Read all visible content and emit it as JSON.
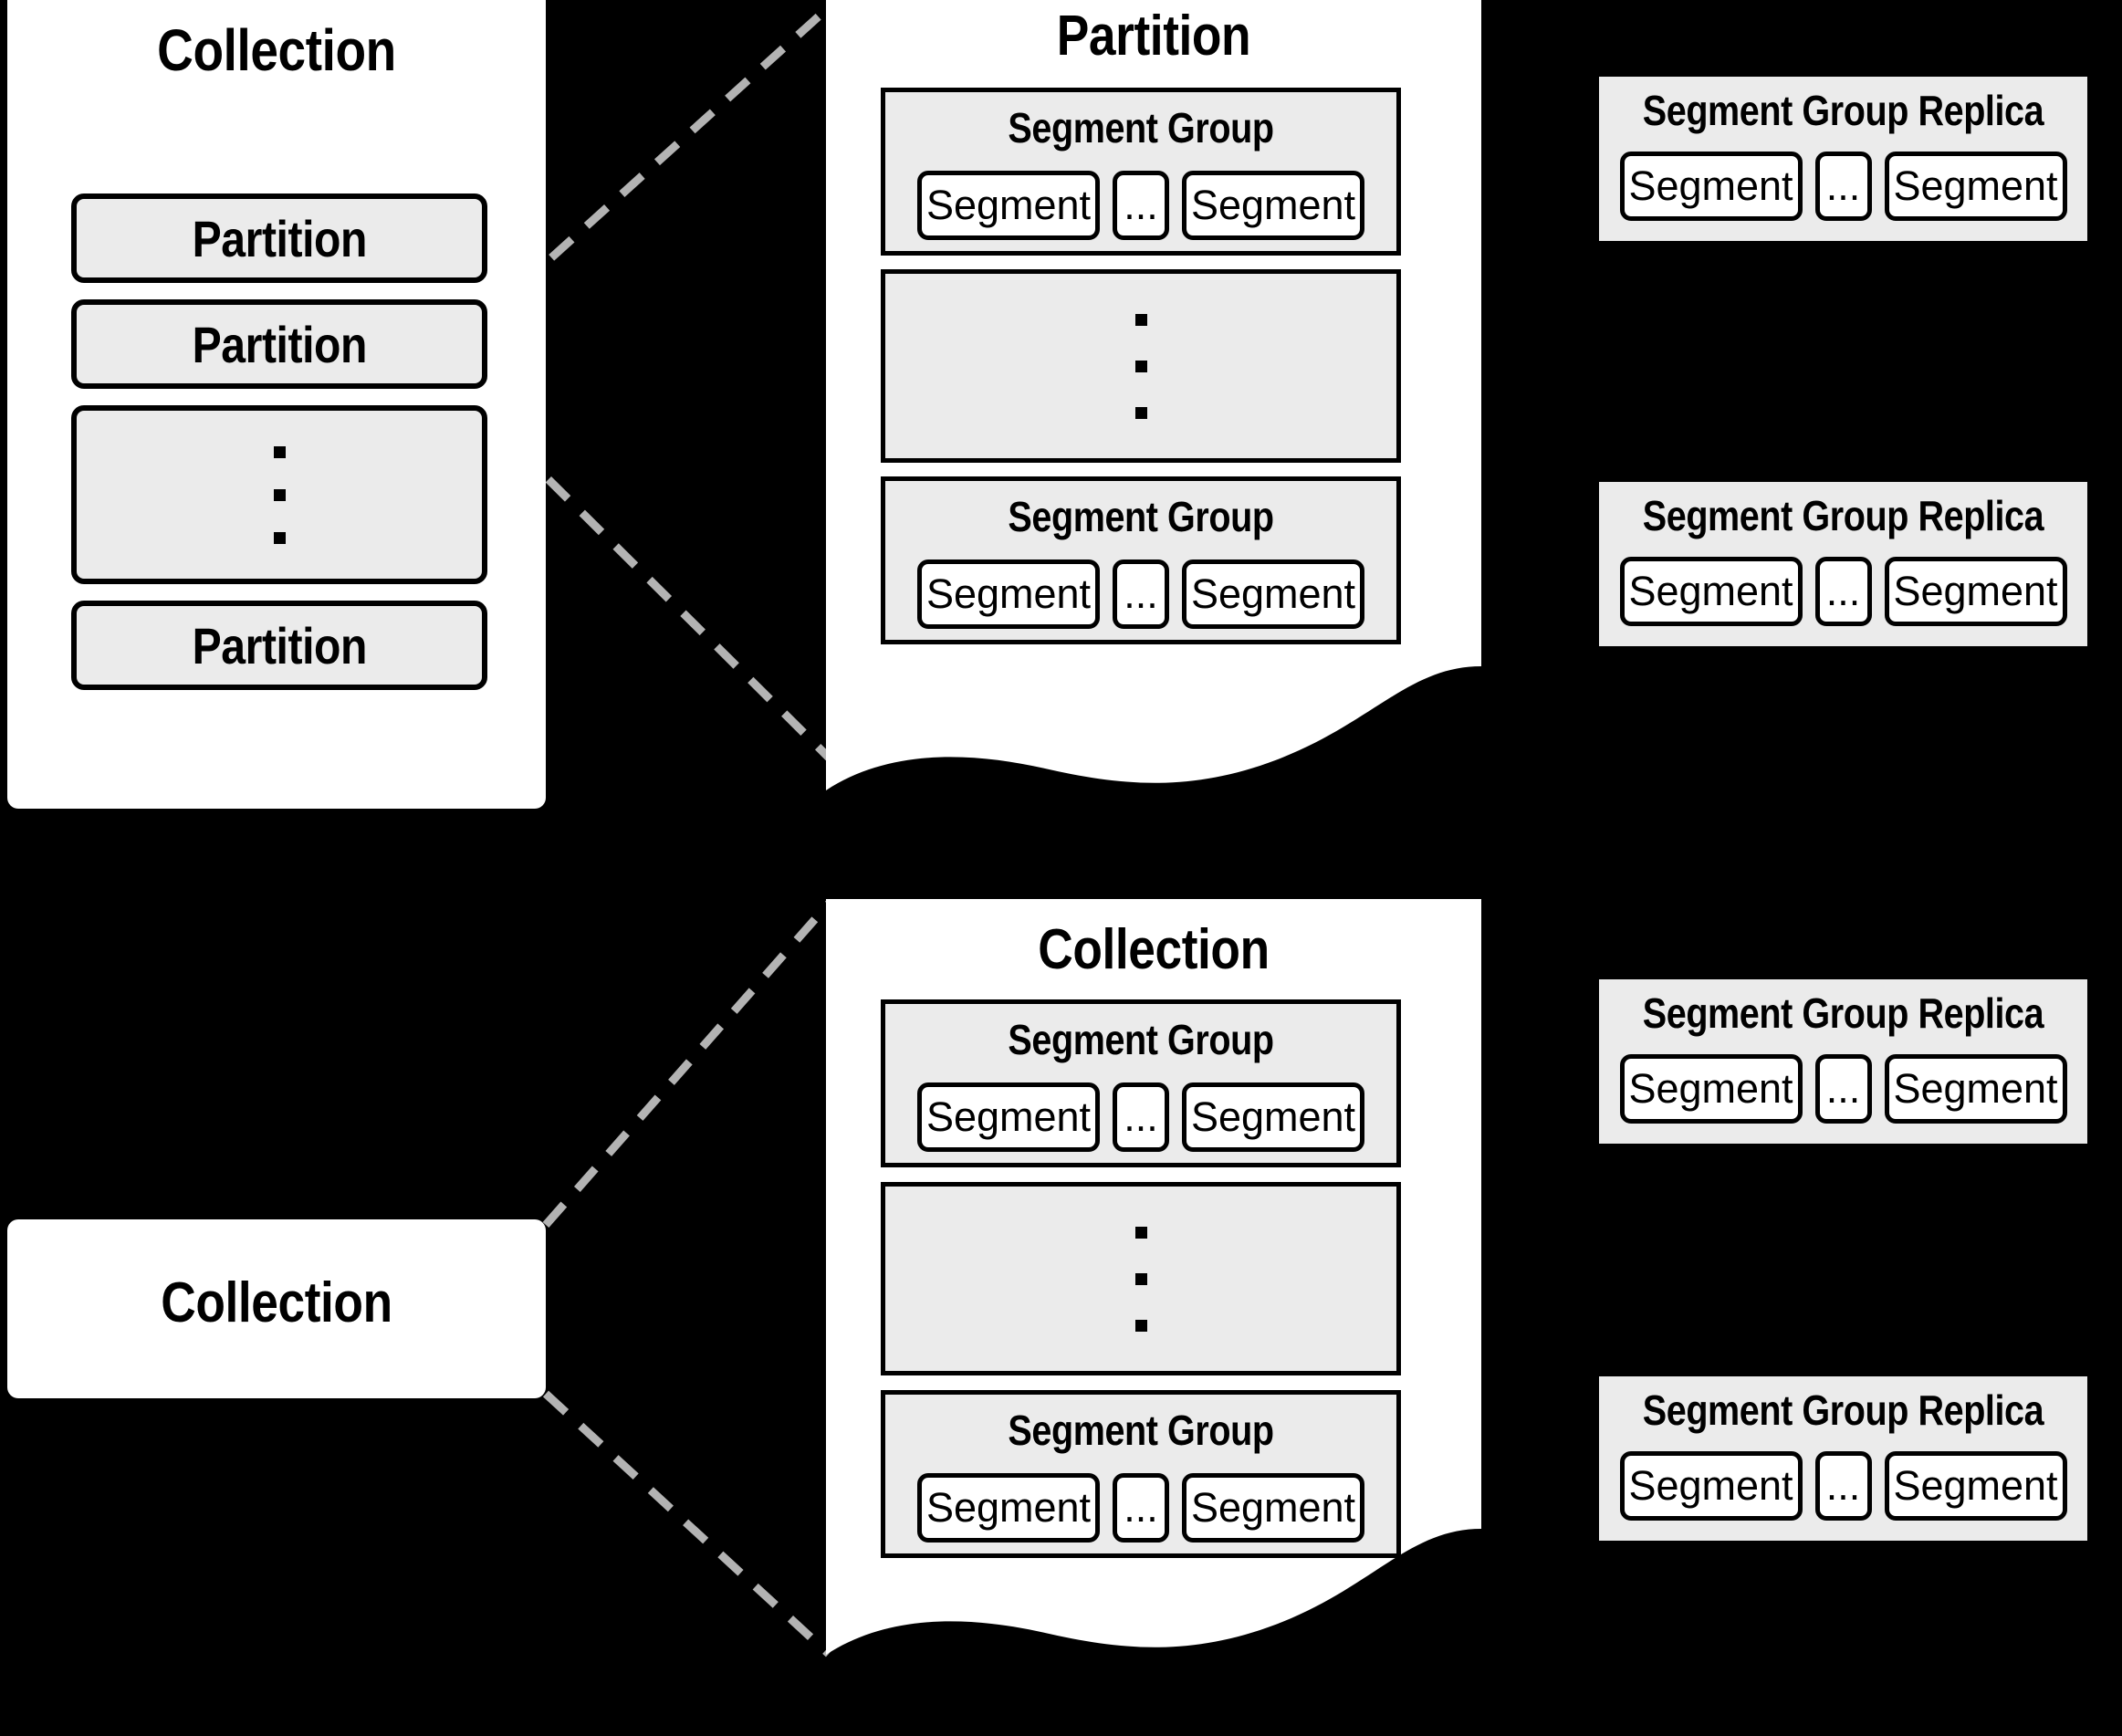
{
  "diagram": {
    "title": "Collection / Partition / Segment Group hierarchy",
    "background_color": "#000000",
    "panel_color": "#ffffff",
    "box_fill_color": "#ebebeb",
    "stroke_color": "#000000",
    "connector_color": "#b3b3b3",
    "ellipsis_glyph": "...",
    "vertical_ellipsis_glyph": "⋮"
  },
  "left_collection": {
    "title": "Collection",
    "partitions": [
      {
        "label": "Partition"
      },
      {
        "label": "Partition"
      },
      {
        "label": "",
        "is_ellipsis": true
      },
      {
        "label": "Partition"
      }
    ]
  },
  "partition_panel": {
    "title": "Partition",
    "segment_groups": [
      {
        "title": "Segment Group",
        "segments": [
          {
            "label": "Segment"
          },
          {
            "label": "..."
          },
          {
            "label": "Segment"
          }
        ]
      },
      {
        "title": "",
        "is_ellipsis": true
      },
      {
        "title": "Segment Group",
        "segments": [
          {
            "label": "Segment"
          },
          {
            "label": "..."
          },
          {
            "label": "Segment"
          }
        ]
      }
    ]
  },
  "partition_replicas": [
    {
      "title": "Segment Group Replica",
      "segments": [
        {
          "label": "Segment"
        },
        {
          "label": "..."
        },
        {
          "label": "Segment"
        }
      ]
    },
    {
      "title": "Segment Group Replica",
      "segments": [
        {
          "label": "Segment"
        },
        {
          "label": "..."
        },
        {
          "label": "Segment"
        }
      ]
    }
  ],
  "bottom_collection_box": {
    "title": "Collection"
  },
  "collection_panel": {
    "title": "Collection",
    "segment_groups": [
      {
        "title": "Segment Group",
        "segments": [
          {
            "label": "Segment"
          },
          {
            "label": "..."
          },
          {
            "label": "Segment"
          }
        ]
      },
      {
        "title": "",
        "is_ellipsis": true
      },
      {
        "title": "Segment Group",
        "segments": [
          {
            "label": "Segment"
          },
          {
            "label": "..."
          },
          {
            "label": "Segment"
          }
        ]
      }
    ]
  },
  "collection_replicas": [
    {
      "title": "Segment Group Replica",
      "segments": [
        {
          "label": "Segment"
        },
        {
          "label": "..."
        },
        {
          "label": "Segment"
        }
      ]
    },
    {
      "title": "Segment Group Replica",
      "segments": [
        {
          "label": "Segment"
        },
        {
          "label": "..."
        },
        {
          "label": "Segment"
        }
      ]
    }
  ]
}
